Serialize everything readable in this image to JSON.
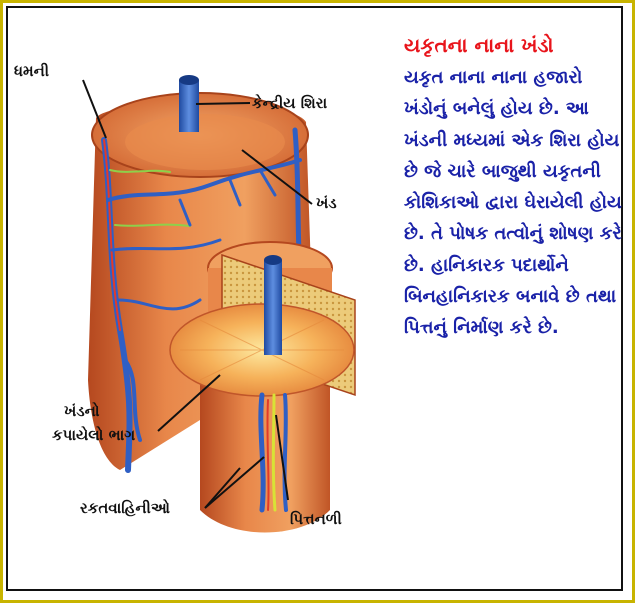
{
  "labels": {
    "artery": "ધમની",
    "central_vein": "કેન્દ્રીય શિરા",
    "lobule": "ખંડ",
    "cut_part_line1": "ખંડનો",
    "cut_part_line2": "કપાયેલો ભાગ",
    "blood_vessels": "રકતવાહિનીઓ",
    "bile_duct": "પિત્તનળી"
  },
  "panel": {
    "title": "યકૃતના નાના ખંડો",
    "body": "યકૃત નાના નાના હજારો ખંડોનું બનેલું હોય છે. આ ખંડની મધ્યમાં એક શિરા હોય છે જે ચારે બાજુથી યકૃતની કોશિકાઓ દ્વારા ઘેરાયેલી હોય છે. તે પોષક તત્વોનું શોષણ કરે છે. હાનિકારક પદાર્થોને બિનહાનિકારક બનાવે છે તથા પિત્તનું નિર્માણ કરે છે."
  },
  "colors": {
    "frame_border": "#c8b400",
    "title_red": "#e8141b",
    "body_blue": "#1a22a8",
    "tissue": "#e0763c",
    "vein_blue": "#2f5fc4",
    "cut_yellow": "#f2c75a"
  }
}
